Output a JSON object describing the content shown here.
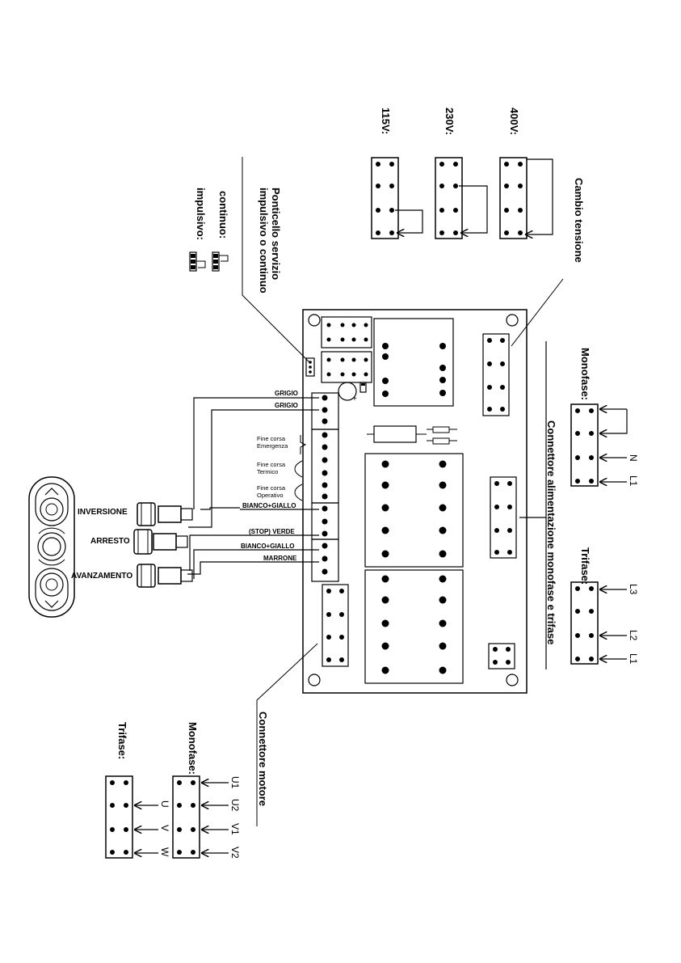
{
  "voltage_selector": {
    "title": "Cambio tensione",
    "v115": "115V:",
    "v230": "230V:",
    "v400": "400V:"
  },
  "service_jumper": {
    "title_line1": "Ponticello servizio",
    "title_line2": "impulsivo o continuo",
    "continuo": "continuo:",
    "impulsivo": "impulsivo:"
  },
  "power_connector": {
    "title": "Connettore alimentazione monofase e trifase",
    "monofase": "Monofase:",
    "trifase": "Trifase:",
    "mono_n": "N",
    "mono_l1": "L1",
    "tri_l3": "L3",
    "tri_l2": "L2",
    "tri_l1": "L1"
  },
  "motor_connector": {
    "title": "Connettore motore",
    "monofase": "Monofase:",
    "trifase": "Trifase:",
    "u1": "U1",
    "u2": "U2",
    "v1": "V1",
    "v2": "V2",
    "u": "U",
    "v": "V",
    "w": "W"
  },
  "wires": {
    "grigio1": "GRIGIO",
    "grigio2": "GRIGIO",
    "fc_emerg_1": "Fine corsa",
    "fc_emerg_2": "Emergenza",
    "fc_term_1": "Fine corsa",
    "fc_term_2": "Termico",
    "fc_oper_1": "Fine corsa",
    "fc_oper_2": "Operativo",
    "bianco_giallo1": "BIANCO+GIALLO",
    "stop_verde": "(STOP) VERDE",
    "bianco_giallo2": "BIANCO+GIALLO",
    "marrone": "MARRONE"
  },
  "pushbuttons": {
    "inversione": "INVERSIONE",
    "arresto": "ARRESTO",
    "avanzamento": "AVANZAMENTO"
  }
}
